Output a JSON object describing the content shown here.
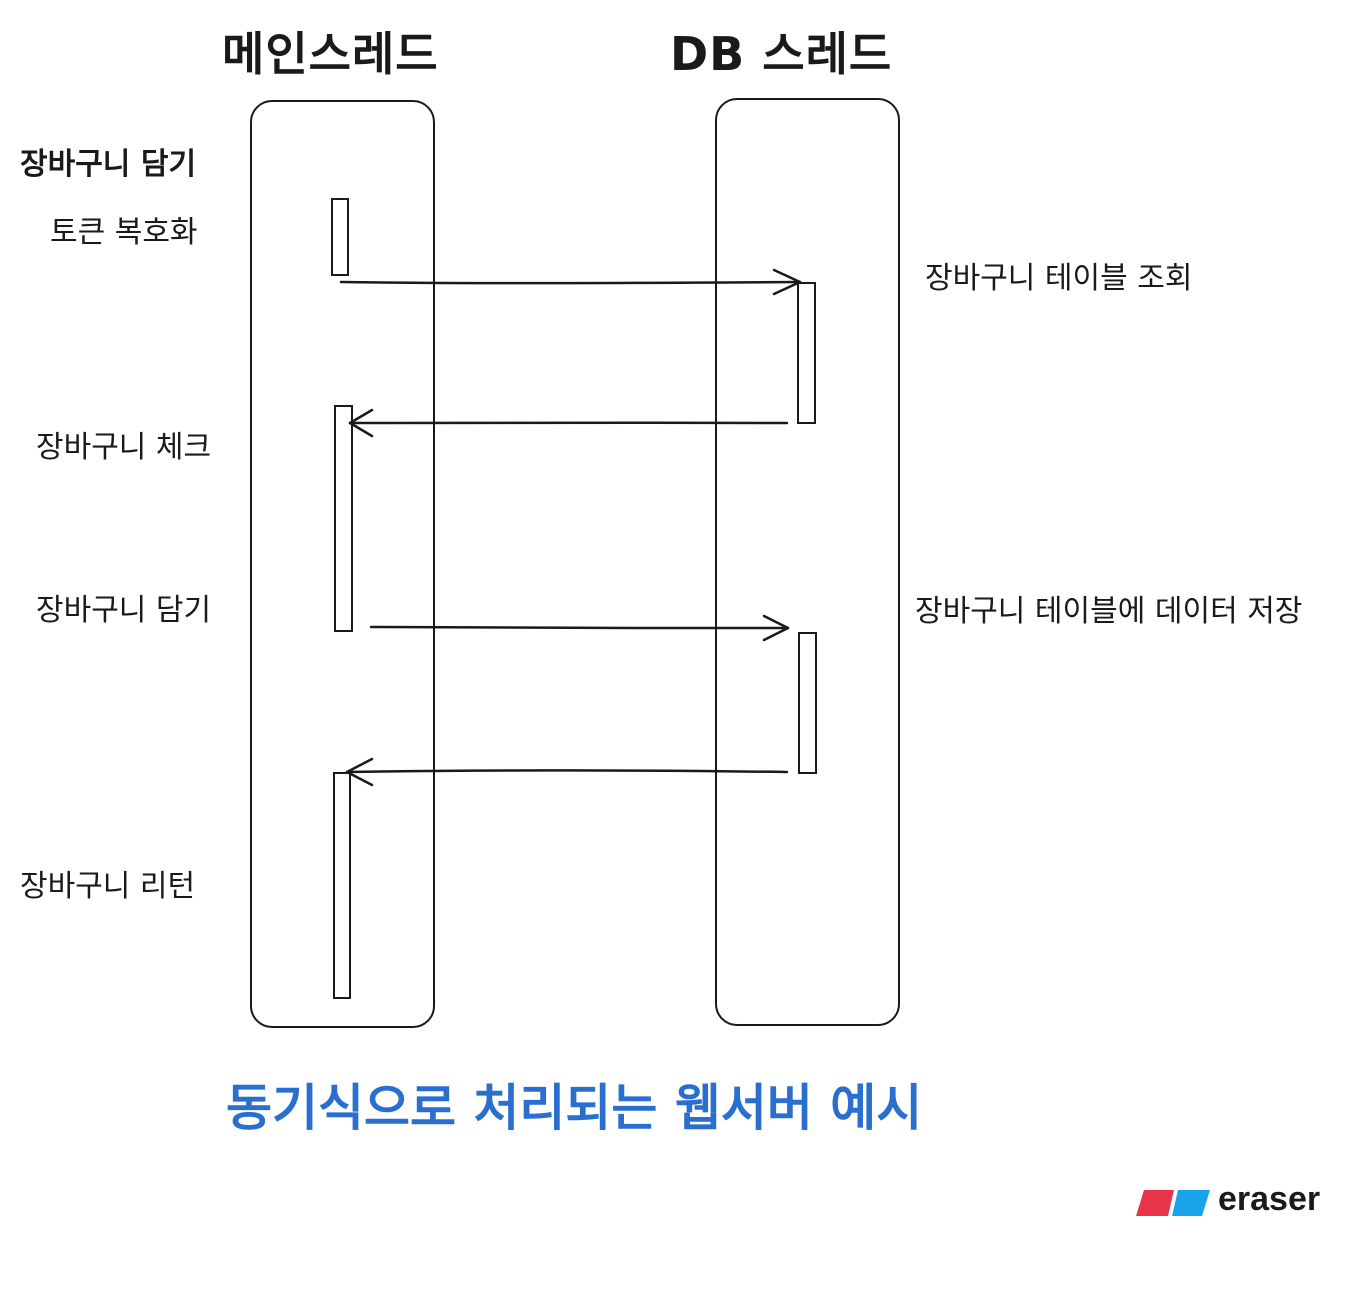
{
  "lanes": {
    "main_title": "메인스레드",
    "db_title": "DB 스레드"
  },
  "steps": {
    "header": "장바구니 담기",
    "decrypt_token": "토큰 복호화",
    "check_cart": "장바구니 체크",
    "add_to_cart": "장바구니 담기",
    "return_cart": "장바구니 리턴",
    "query_table": "장바구니 테이블 조회",
    "save_table": "장바구니 테이블에 데이터 저장"
  },
  "caption": "동기식으로 처리되는 웹서버 예시",
  "brand": {
    "name": "eraser",
    "colors": {
      "red": "#e8344a",
      "blue": "#1aa3e8"
    }
  },
  "colors": {
    "caption": "#2a6fd0",
    "line": "#1a1a1a"
  }
}
